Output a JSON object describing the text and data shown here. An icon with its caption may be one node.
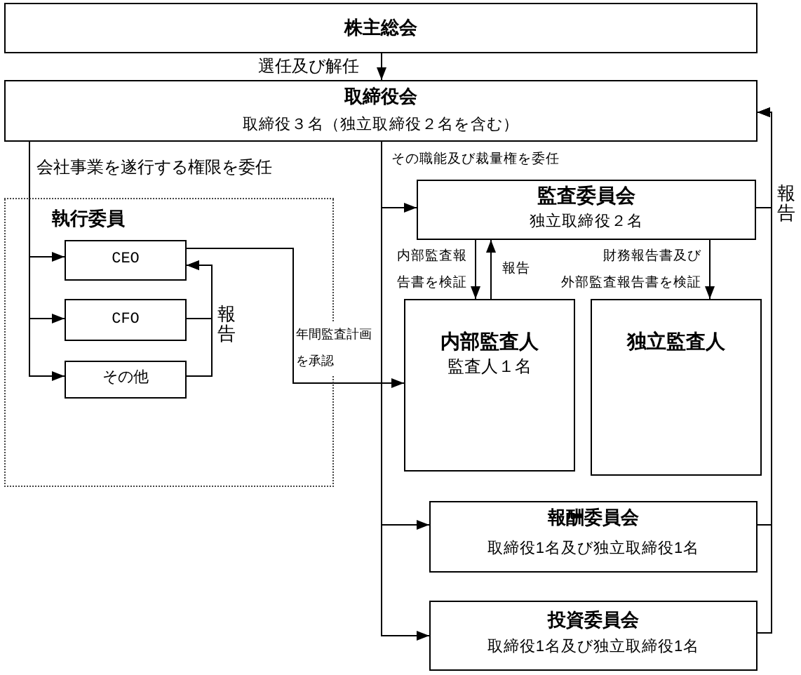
{
  "diagram": {
    "nodes": [
      {
        "text": [
          "株主総会"
        ]
      },
      {
        "text": [
          "取締役会",
          "取締役３名（独立取締役２名を含む）"
        ]
      },
      {
        "text": [
          "執行委員"
        ]
      },
      {
        "text": [
          "CEO"
        ],
        "in": 2
      },
      {
        "text": [
          "CFO"
        ],
        "in": 2
      },
      {
        "text": [
          "その他"
        ],
        "in": 2
      },
      {
        "text": [
          "監査委員会",
          "独立取締役２名"
        ]
      },
      {
        "text": [
          "内部監査人",
          "監査人１名"
        ]
      },
      {
        "text": [
          "独立監査人"
        ]
      },
      {
        "text": [
          "報酬委員会",
          "取締役1名及び独立取締役1名"
        ]
      },
      {
        "text": [
          "投資委員会",
          "取締役1名及び独立取締役1名"
        ]
      }
    ],
    "edges": [
      {
        "from": 0,
        "to": 1,
        "arrow": "to",
        "label": "選任及び解任"
      },
      {
        "from": 1,
        "to": 3,
        "arrow": "to",
        "label": "会社事業を遂行する権限を委任"
      },
      {
        "from": 1,
        "to": 4,
        "arrow": "to"
      },
      {
        "from": 1,
        "to": 5,
        "arrow": "to"
      },
      {
        "from": 1,
        "to": 6,
        "arrow": "to",
        "label": "その職能及び裁量権を委任"
      },
      {
        "from": 1,
        "to": 9,
        "arrow": "to"
      },
      {
        "from": 1,
        "to": 10,
        "arrow": "to"
      },
      {
        "from": 3,
        "to": 7,
        "arrow": "to",
        "label": "年間監査計画を承認"
      },
      {
        "from": 4,
        "to": 3,
        "arrow": "to",
        "label": "報告"
      },
      {
        "from": 5,
        "to": 3,
        "arrow": "to"
      },
      {
        "from": 6,
        "to": 7,
        "arrow": "to",
        "label": "内部監査報告書を検証"
      },
      {
        "from": 7,
        "to": 6,
        "arrow": "to",
        "label": "報告"
      },
      {
        "from": 6,
        "to": 8,
        "arrow": "to",
        "label": "財務報告書及び外部監査報告書を検証"
      },
      {
        "from": 6,
        "to": 1,
        "arrow": "to",
        "label": "報告"
      },
      {
        "from": 9,
        "to": 1,
        "arrow": "to"
      },
      {
        "from": 10,
        "to": 1,
        "arrow": "to"
      }
    ]
  }
}
